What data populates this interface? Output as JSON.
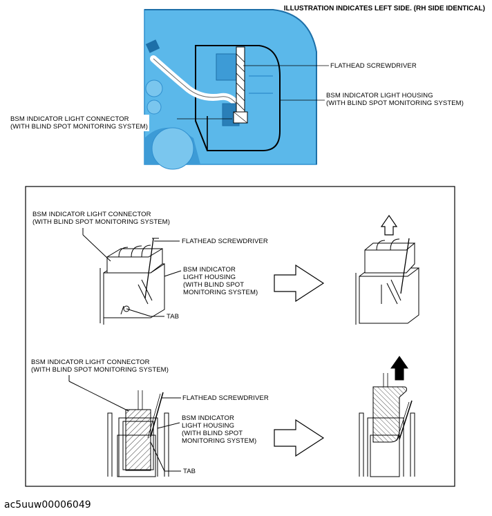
{
  "header": "ILLUSTRATION INDICATES LEFT SIDE. (RH SIDE IDENTICAL)",
  "top_labels": {
    "screwdriver": "FLATHEAD SCREWDRIVER",
    "housing_1": "BSM INDICATOR LIGHT HOUSING",
    "housing_2": "(WITH BLIND SPOT MONITORING SYSTEM)",
    "connector_1": "BSM INDICATOR LIGHT CONNECTOR",
    "connector_2": "(WITH BLIND SPOT MONITORING SYSTEM)"
  },
  "mid_labels": {
    "connector_1": "BSM INDICATOR LIGHT CONNECTOR",
    "connector_2": "(WITH BLIND SPOT MONITORING SYSTEM)",
    "screwdriver": "FLATHEAD SCREWDRIVER",
    "housing_1": "BSM INDICATOR",
    "housing_2": "LIGHT HOUSING",
    "housing_3": "(WITH BLIND SPOT",
    "housing_4": "MONITORING SYSTEM)",
    "tab": "TAB"
  },
  "bot_labels": {
    "connector_1": "BSM INDICATOR LIGHT CONNECTOR",
    "connector_2": "(WITH BLIND SPOT MONITORING SYSTEM)",
    "screwdriver": "FLATHEAD SCREWDRIVER",
    "housing_1": "BSM INDICATOR",
    "housing_2": "LIGHT HOUSING",
    "housing_3": "(WITH BLIND SPOT",
    "housing_4": "MONITORING SYSTEM)",
    "tab": "TAB"
  },
  "figure_id": "ac5uuw00006049",
  "colors": {
    "panel_blue": "#5bb8ea",
    "panel_dark": "#2f8fcf",
    "line": "#000000"
  }
}
